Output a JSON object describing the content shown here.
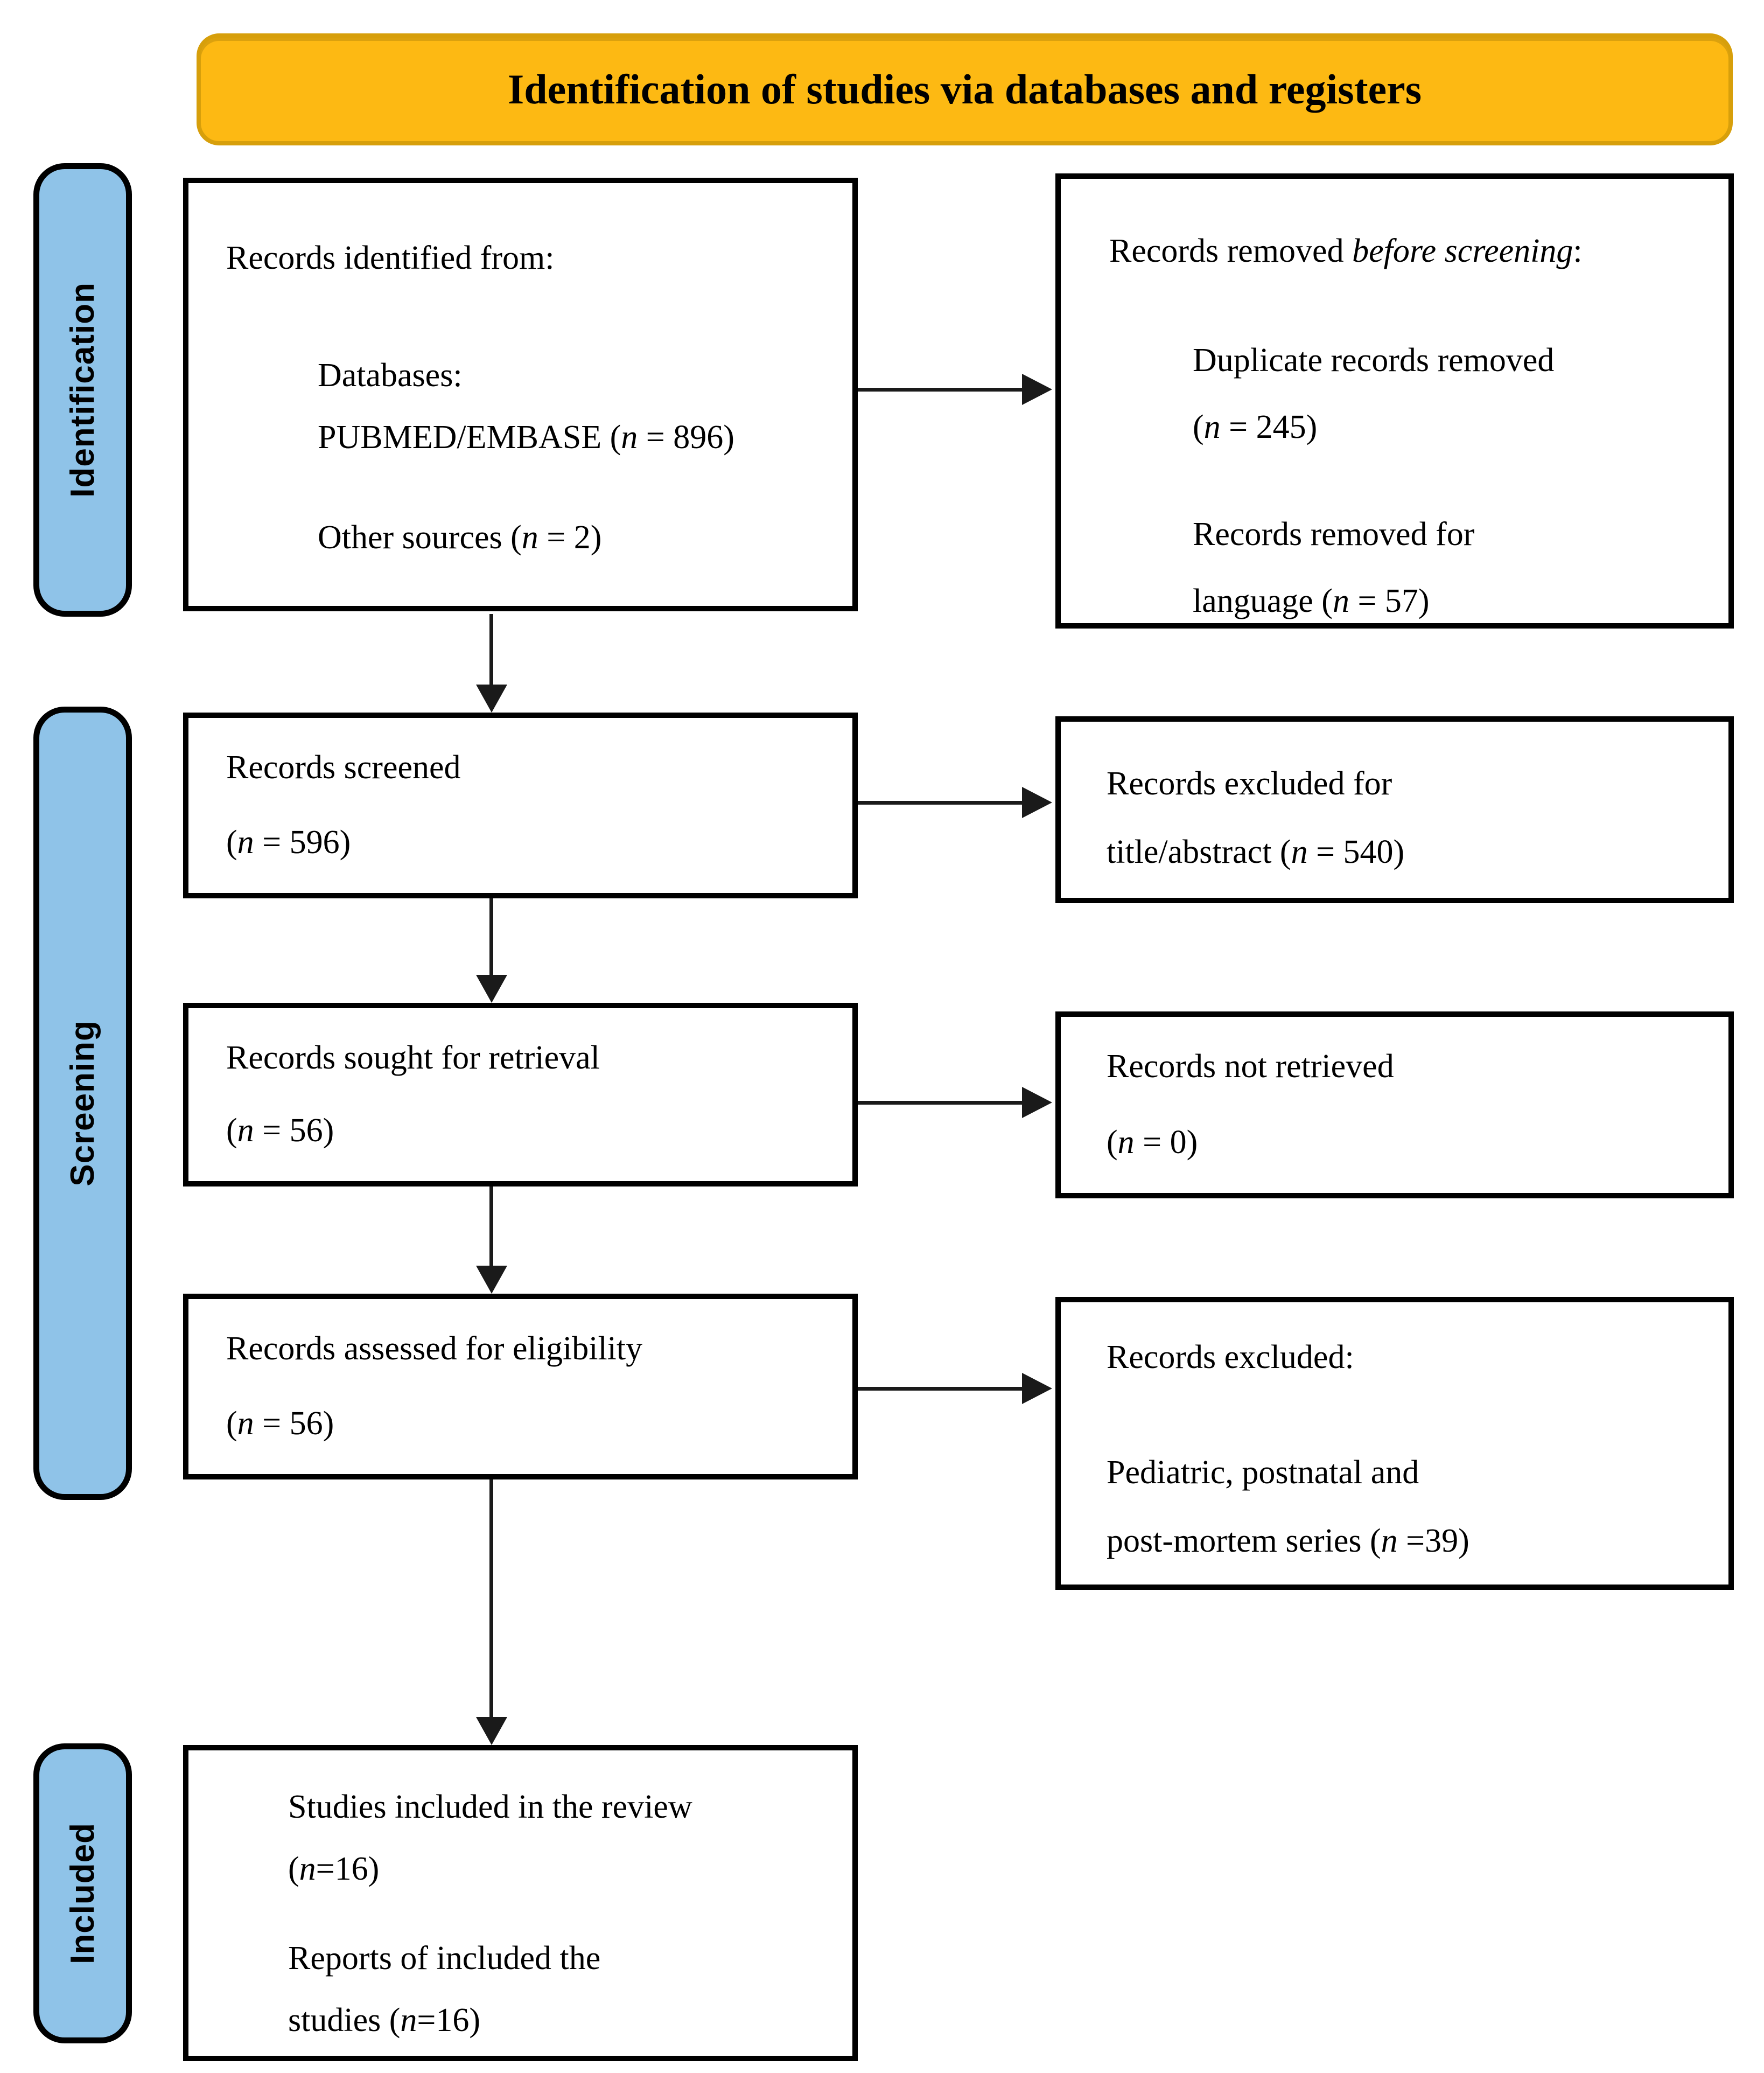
{
  "banner": {
    "title": "Identification of studies via databases and registers"
  },
  "stages": [
    {
      "label": "Identification"
    },
    {
      "label": "Screening"
    },
    {
      "label": "Included"
    }
  ],
  "boxes": {
    "records_identified": {
      "title": "Records identified from:",
      "db_line1": "Databases:",
      "db_line2": "PUBMED/EMBASE (*n* = 896)",
      "other": "Other sources (*n* = 2)"
    },
    "records_removed": {
      "title": "Records removed *before screening*:",
      "dup_line1": "Duplicate records removed",
      "dup_line2": "(*n* = 245)",
      "lang_line1": "Records removed for",
      "lang_line2": "language (*n* = 57)"
    },
    "records_screened": {
      "title": "Records screened",
      "count": "(*n* = 596)"
    },
    "records_excluded_screening": {
      "line1": "Records excluded for",
      "line2": "title/abstract (*n* = 540)"
    },
    "records_sought": {
      "title": "Records sought for retrieval",
      "count": "(*n* = 56)"
    },
    "records_not_retrieved": {
      "title": "Records not retrieved",
      "count": "(*n* = 0)"
    },
    "records_assessed": {
      "title": "Records assessed for eligibility",
      "count": "(*n* = 56)"
    },
    "records_excluded_eligibility": {
      "title": "Records excluded:",
      "reason_line1": "Pediatric, postnatal and",
      "reason_line2": "post-mortem series (*n* =39)"
    },
    "studies_included": {
      "line1": "Studies included in the review",
      "line2": "(*n*=16)",
      "line3": "Reports of included the",
      "line4": "studies (*n*=16)"
    }
  },
  "colors": {
    "banner_fill": "#FDB913",
    "banner_border": "#D79F0B",
    "stage_fill": "#8FC3E8",
    "stage_border": "#000000",
    "box_border": "#000000",
    "arrow": "#1a1a1a"
  }
}
